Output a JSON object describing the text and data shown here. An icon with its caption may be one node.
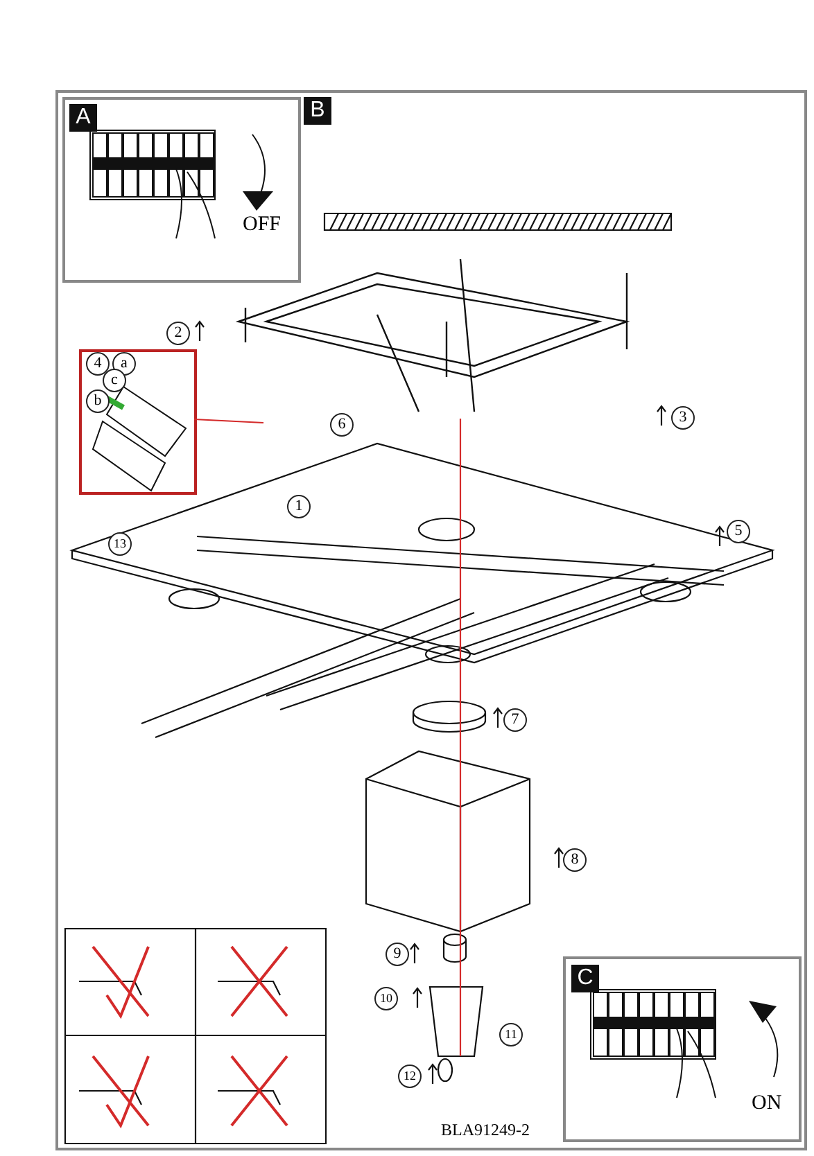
{
  "diagram": {
    "nodes": [
      {
        "text": [
          "B"
        ]
      },
      {
        "text": [
          "A",
          "OFF"
        ],
        "in": 0
      },
      {
        "text": [],
        "shape": "picture",
        "in": 0
      },
      {
        "text": [],
        "shape": "picture",
        "in": 0
      },
      {
        "text": [
          "C",
          "ON"
        ],
        "in": 0
      }
    ],
    "edges": [
      {
        "from": 2,
        "to": 3,
        "arrow": "none",
        "color": "#d42a2a"
      }
    ],
    "labels": [
      "2",
      "4",
      "a",
      "c",
      "b",
      "3",
      "6",
      "1",
      "5",
      "13",
      "7",
      "8",
      "9",
      "10",
      "11",
      "12",
      "BLA91249-2"
    ]
  }
}
